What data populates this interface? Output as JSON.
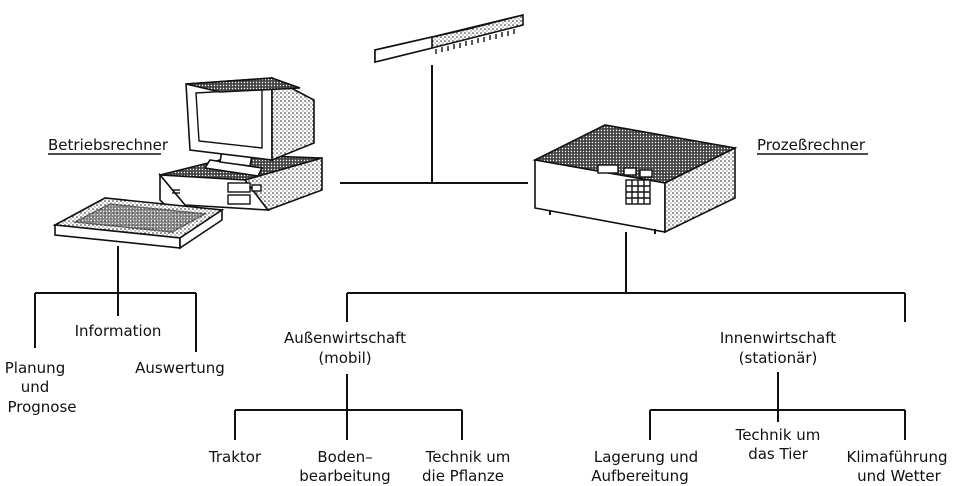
{
  "labels": {
    "betriebsrechner": "Betriebsrechner",
    "prozessrechner": "Prozeßrechner",
    "information": "Information",
    "planung_1": "Planung",
    "planung_2": "und",
    "planung_3": "Prognose",
    "auswertung": "Auswertung",
    "aussen_1": "Außenwirtschaft",
    "aussen_2": "(mobil)",
    "innen_1": "Innenwirtschaft",
    "innen_2": "(stationär)",
    "traktor": "Traktor",
    "boden_1": "Boden–",
    "boden_2": "bearbeitung",
    "pflanze_1": "Technik um",
    "pflanze_2": "die Pflanze",
    "lagerung_1": "Lagerung und",
    "lagerung_2": "Aufbereitung",
    "tier_1": "Technik um",
    "tier_2": "das Tier",
    "klima_1": "Klimaführung",
    "klima_2": "und Wetter"
  },
  "icons": [
    "desktop-computer-icon",
    "keyboard-icon",
    "network-module-icon",
    "process-computer-icon"
  ]
}
